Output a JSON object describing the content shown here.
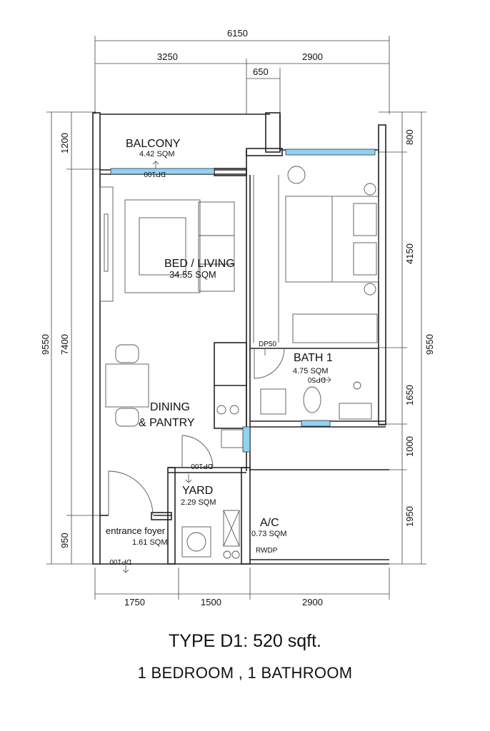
{
  "plan": {
    "type_title": "TYPE D1: 520 sqft.",
    "type_subtitle": "1 BEDROOM , 1 BATHROOM"
  },
  "dimensions": {
    "top_total": "6150",
    "top_left": "3250",
    "top_right": "2900",
    "top_small": "650",
    "bottom_a": "1750",
    "bottom_b": "1500",
    "bottom_c": "2900",
    "left_total": "9550",
    "left_1200": "1200",
    "left_7400": "7400",
    "left_950": "950",
    "right_total": "9550",
    "right_800": "800",
    "right_4150": "4150",
    "right_1650": "1650",
    "right_1000": "1000",
    "right_1950": "1950"
  },
  "rooms": {
    "balcony": {
      "name": "BALCONY",
      "area": "4.42 SQM",
      "drain": "DP100"
    },
    "bed_living": {
      "name": "BED / LIVING",
      "area": "34.55 SQM"
    },
    "dining": {
      "name_line1": "DINING",
      "name_line2": "& PANTRY"
    },
    "bath": {
      "name": "BATH 1",
      "area": "4.75 SQM",
      "drain1": "DP50",
      "drain2": "DP50"
    },
    "yard": {
      "name": "YARD",
      "area": "2.29 SQM",
      "drain": "DP100"
    },
    "ac": {
      "name": "A/C",
      "area": "0.73 SQM",
      "drain": "RWDP"
    },
    "foyer": {
      "name": "entrance foyer",
      "area": "1.61 SQM",
      "drain": "DP100"
    }
  },
  "colors": {
    "window": "#8fd3f4",
    "line": "#222222"
  }
}
